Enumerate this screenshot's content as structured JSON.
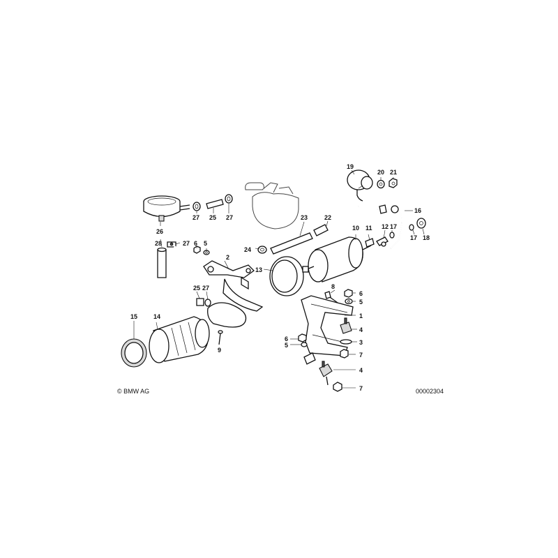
{
  "callouts": [
    {
      "id": "c26",
      "text": "26"
    },
    {
      "id": "c27a",
      "text": "27"
    },
    {
      "id": "c25a",
      "text": "25"
    },
    {
      "id": "c27b",
      "text": "27"
    },
    {
      "id": "c28",
      "text": "28"
    },
    {
      "id": "c27c",
      "text": "27"
    },
    {
      "id": "c6a",
      "text": "6"
    },
    {
      "id": "c5a",
      "text": "5"
    },
    {
      "id": "c2",
      "text": "2"
    },
    {
      "id": "c24",
      "text": "24"
    },
    {
      "id": "c23",
      "text": "23"
    },
    {
      "id": "c22",
      "text": "22"
    },
    {
      "id": "c13",
      "text": "13"
    },
    {
      "id": "c10",
      "text": "10"
    },
    {
      "id": "c11",
      "text": "11"
    },
    {
      "id": "c12",
      "text": "12"
    },
    {
      "id": "c17a",
      "text": "17"
    },
    {
      "id": "c16",
      "text": "16"
    },
    {
      "id": "c17b",
      "text": "17"
    },
    {
      "id": "c18",
      "text": "18"
    },
    {
      "id": "c19",
      "text": "19"
    },
    {
      "id": "c20",
      "text": "20"
    },
    {
      "id": "c21",
      "text": "21"
    },
    {
      "id": "c25b",
      "text": "25"
    },
    {
      "id": "c27d",
      "text": "27"
    },
    {
      "id": "c8",
      "text": "8"
    },
    {
      "id": "c6b",
      "text": "6"
    },
    {
      "id": "c5b",
      "text": "5"
    },
    {
      "id": "c1",
      "text": "1"
    },
    {
      "id": "c4a",
      "text": "4"
    },
    {
      "id": "c3",
      "text": "3"
    },
    {
      "id": "c6c",
      "text": "6"
    },
    {
      "id": "c5c",
      "text": "5"
    },
    {
      "id": "c7a",
      "text": "7"
    },
    {
      "id": "c4b",
      "text": "4"
    },
    {
      "id": "c7b",
      "text": "7"
    },
    {
      "id": "c15",
      "text": "15"
    },
    {
      "id": "c14",
      "text": "14"
    },
    {
      "id": "c9",
      "text": "9"
    }
  ],
  "footer": {
    "copyright": "© BMW AG",
    "drawing_number": "00002304"
  }
}
